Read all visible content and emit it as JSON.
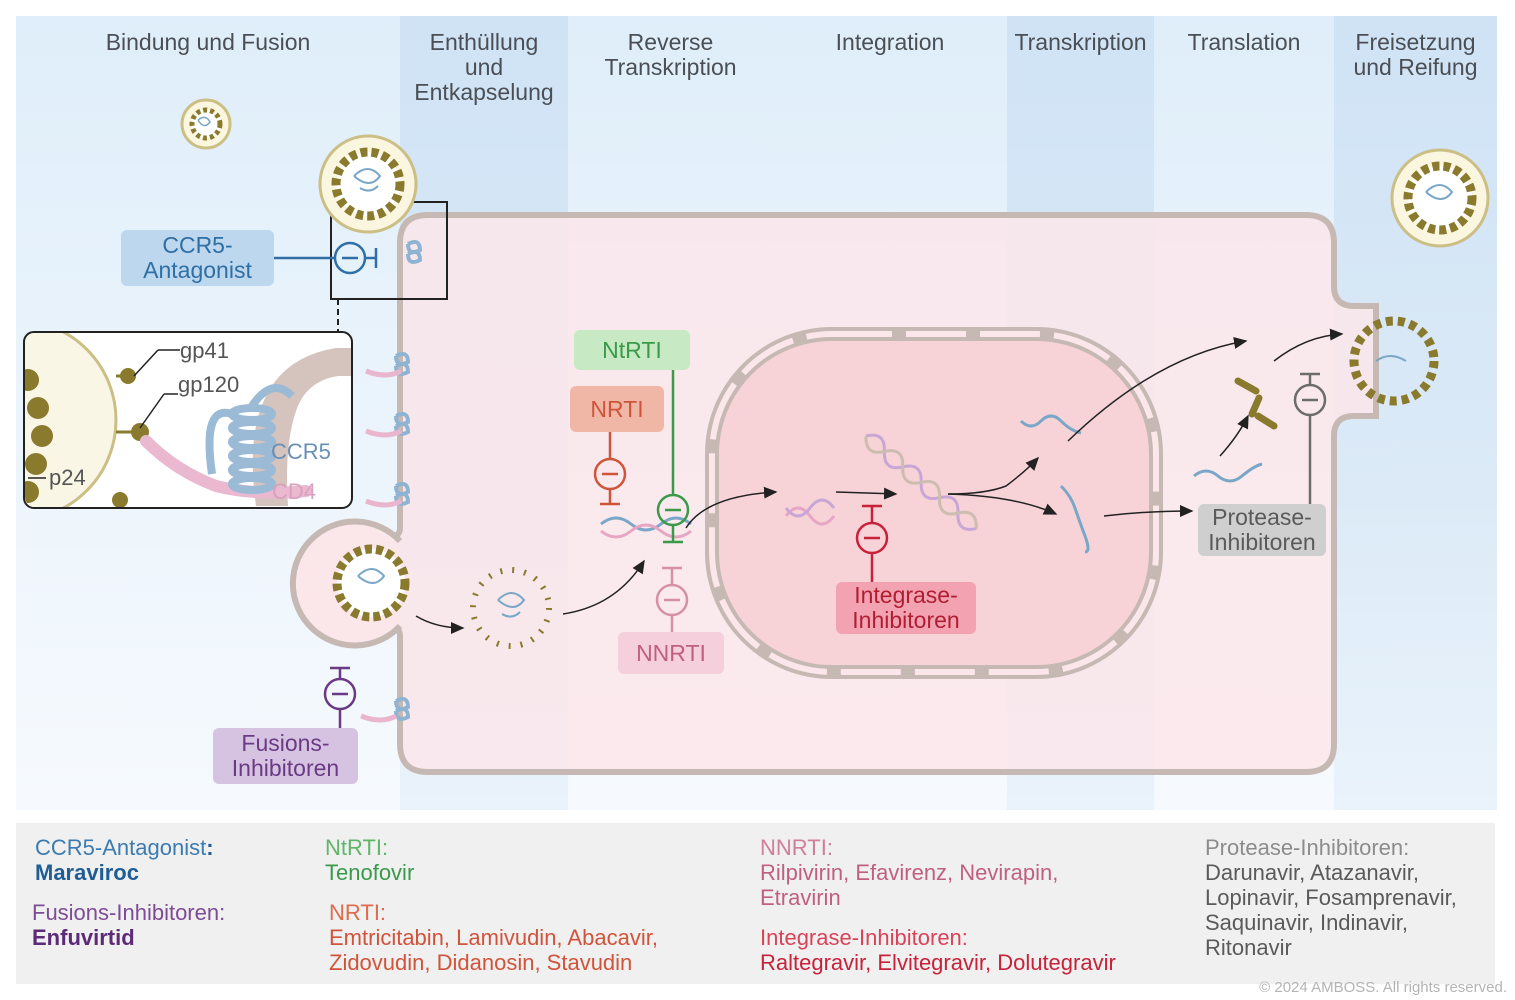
{
  "stages": [
    {
      "key": "binding",
      "label": "Bindung und Fusion"
    },
    {
      "key": "uncoating",
      "label": "Enthüllung\nund\nEntkapselung"
    },
    {
      "key": "rt",
      "label": "Reverse\nTranskription"
    },
    {
      "key": "integration",
      "label": "Integration"
    },
    {
      "key": "transcription",
      "label": "Transkription"
    },
    {
      "key": "translation",
      "label": "Translation"
    },
    {
      "key": "release",
      "label": "Freisetzung\nund Reifung"
    }
  ],
  "inset_labels": {
    "gp41": "gp41",
    "gp120": "gp120",
    "ccr5": "CCR5",
    "cd4": "CD4",
    "p24": "p24"
  },
  "inhibitors": {
    "ccr5": {
      "label": "CCR5-\nAntagonist",
      "color": "#2f6fa5",
      "bg": "#bcd7ee"
    },
    "fusion": {
      "label": "Fusions-\nInhibitoren",
      "color": "#6b3a84",
      "bg": "#d6c3e2"
    },
    "ntrti": {
      "label": "NtRTI",
      "color": "#3a9a4a",
      "bg": "#c7e9c4"
    },
    "nrti": {
      "label": "NRTI",
      "color": "#d0543a",
      "bg": "#f1b7a6"
    },
    "nnrti": {
      "label": "NNRTI",
      "color": "#c06080",
      "bg": "#f5cfdc"
    },
    "integrase": {
      "label": "Integrase-\nInhibitoren",
      "color": "#c8223a",
      "bg": "#f2a2b0"
    },
    "protease": {
      "label": "Protease-\nInhibitoren",
      "color": "#6c6c6c",
      "bg": "#cfcfcf"
    }
  },
  "legend": {
    "ccr5": {
      "heading": "CCR5-Antagonist",
      "colon": ":",
      "drugs": "Maraviroc",
      "hcolor": "#3b7bb0",
      "dcolor": "#1f5d94"
    },
    "fusion": {
      "heading": "Fusions-Inhibitoren:",
      "drugs": "Enfuvirtid",
      "hcolor": "#7e4b96",
      "dcolor": "#5d2a78"
    },
    "ntrti": {
      "heading": "NtRTI:",
      "drugs": "Tenofovir",
      "hcolor": "#5fb56a",
      "dcolor": "#3a9a4a"
    },
    "nrti": {
      "heading": "NRTI:",
      "drugs": "Emtricitabin, Lamivudin, Abacavir,\nZidovudin, Didanosin, Stavudin",
      "hcolor": "#e06a4c",
      "dcolor": "#d0543a"
    },
    "nnrti": {
      "heading": "NNRTI:",
      "drugs": "Rilpivirin, Efavirenz, Nevirapin,\nEtravirin",
      "hcolor": "#d07f9a",
      "dcolor": "#c06080"
    },
    "integrase": {
      "heading": "Integrase-Inhibitoren:",
      "drugs": "Raltegravir, Elvitegravir, Dolutegravir",
      "hcolor": "#d9435a",
      "dcolor": "#c8223a"
    },
    "protease": {
      "heading": "Protease-Inhibitoren:",
      "drugs": "Darunavir, Atazanavir,\nLopinavir, Fosamprenavir,\nSaquinavir, Indinavir,\nRitonavir",
      "hcolor": "#8c8c8c",
      "dcolor": "#5a5a5a"
    }
  },
  "copyright": "© 2024 AMBOSS. All rights reserved.",
  "colors": {
    "virus_dot": "#8a7a2e",
    "membrane": "#c9b9b0",
    "cell_fill": "#fbe3e8",
    "nucleus_fill": "#f7cdd3"
  }
}
